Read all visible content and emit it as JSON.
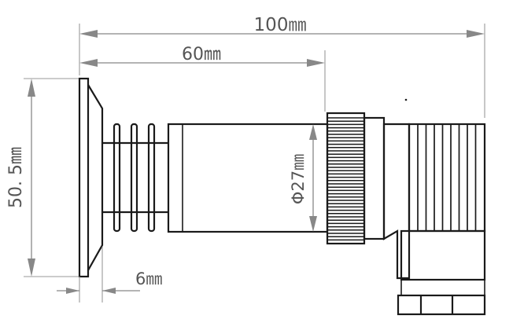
{
  "dimensions": {
    "overall_length": "100㎜",
    "body_length": "60㎜",
    "flange_height": "50. 5㎜",
    "diameter": "Φ27㎜",
    "flange_thickness": "6㎜"
  },
  "colors": {
    "line": "#1a1a1a",
    "dimension": "#888888",
    "background": "#ffffff"
  }
}
